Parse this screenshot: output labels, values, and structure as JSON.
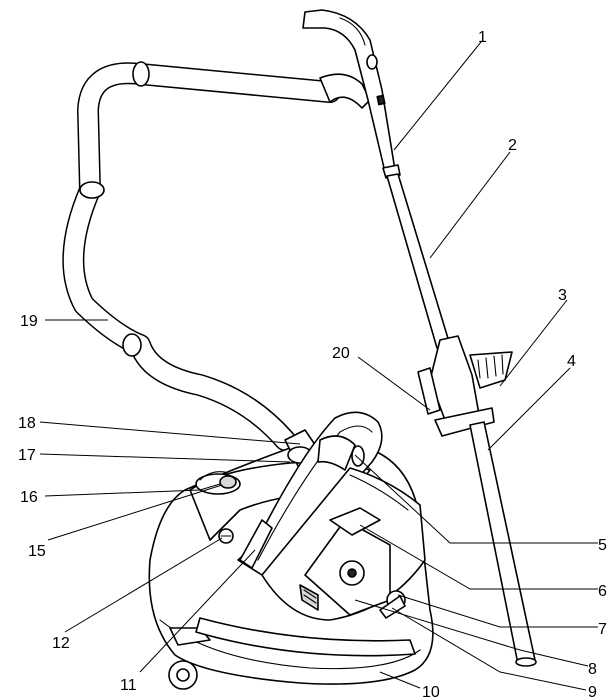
{
  "labels": [
    {
      "id": "1",
      "text": "1"
    },
    {
      "id": "2",
      "text": "2"
    },
    {
      "id": "3",
      "text": "3"
    },
    {
      "id": "4",
      "text": "4"
    },
    {
      "id": "5",
      "text": "5"
    },
    {
      "id": "6",
      "text": "6"
    },
    {
      "id": "7",
      "text": "7"
    },
    {
      "id": "8",
      "text": "8"
    },
    {
      "id": "9",
      "text": "9"
    },
    {
      "id": "10",
      "text": "10"
    },
    {
      "id": "11",
      "text": "11"
    },
    {
      "id": "12",
      "text": "12"
    },
    {
      "id": "15",
      "text": "15"
    },
    {
      "id": "16",
      "text": "16"
    },
    {
      "id": "17",
      "text": "17"
    },
    {
      "id": "18",
      "text": "18"
    },
    {
      "id": "19",
      "text": "19"
    },
    {
      "id": "20",
      "text": "20"
    }
  ],
  "colors": {
    "stroke": "#000000",
    "background": "#ffffff"
  }
}
